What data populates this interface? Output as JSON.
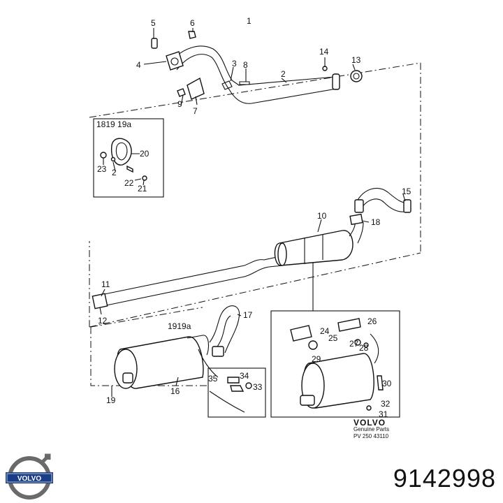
{
  "labels": {
    "l1": "1",
    "l2": "2",
    "l3": "3",
    "l4": "4",
    "l5": "5",
    "l6": "6",
    "l7": "7",
    "l8": "8",
    "l9": "9",
    "l10": "10",
    "l11": "11",
    "l12": "12",
    "l13": "13",
    "l14": "14",
    "l15": "15",
    "l16": "16",
    "l17": "17",
    "l18": "18",
    "l19": "19",
    "inset1_header": "1819 19a",
    "l20": "20",
    "l21": "21",
    "l22": "22",
    "l23": "23",
    "l2b": "2",
    "inset2_header": "1919a",
    "l24": "24",
    "l25": "25",
    "l26": "26",
    "l27": "27",
    "l28": "28",
    "l29": "29",
    "l30": "30",
    "l31": "31",
    "l32": "32",
    "l33": "33",
    "l34": "34",
    "l35": "35"
  },
  "stamp": {
    "brand": "VOLVO",
    "sub1": "Genuine Parts",
    "sub2": "PV 250 43110"
  },
  "part_number": "9142998",
  "logo_text": "VOLVO"
}
